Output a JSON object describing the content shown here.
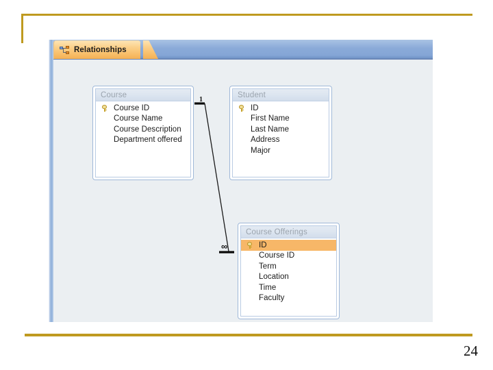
{
  "slide": {
    "page_number": "24",
    "accent_color": "#BF9A20"
  },
  "window": {
    "tab": {
      "label": "Relationships",
      "icon": "relationships-icon",
      "active_color": "#F8BD67",
      "strip_color": "#8AAAD8"
    },
    "canvas_color": "#EBEFF2"
  },
  "tables": [
    {
      "id": "course",
      "title": "Course",
      "fields": [
        {
          "name": "Course ID",
          "key": true,
          "selected": false
        },
        {
          "name": "Course Name",
          "key": false,
          "selected": false
        },
        {
          "name": "Course Description",
          "key": false,
          "selected": false
        },
        {
          "name": "Department offered",
          "key": false,
          "selected": false
        }
      ]
    },
    {
      "id": "student",
      "title": "Student",
      "fields": [
        {
          "name": "ID",
          "key": true,
          "selected": false
        },
        {
          "name": "First Name",
          "key": false,
          "selected": false
        },
        {
          "name": "Last Name",
          "key": false,
          "selected": false
        },
        {
          "name": "Address",
          "key": false,
          "selected": false
        },
        {
          "name": "Major",
          "key": false,
          "selected": false
        }
      ]
    },
    {
      "id": "offerings",
      "title": "Course Offerings",
      "fields": [
        {
          "name": "ID",
          "key": true,
          "selected": true
        },
        {
          "name": "Course ID",
          "key": false,
          "selected": false
        },
        {
          "name": "Term",
          "key": false,
          "selected": false
        },
        {
          "name": "Location",
          "key": false,
          "selected": false
        },
        {
          "name": "Time",
          "key": false,
          "selected": false
        },
        {
          "name": "Faculty",
          "key": false,
          "selected": false
        }
      ]
    }
  ],
  "relationships": [
    {
      "from_table": "course",
      "from_field": "Course ID",
      "to_table": "offerings",
      "to_field": "Course ID",
      "one_label": "1",
      "many_label": "∞",
      "selected_highlight": "#F7B768"
    }
  ]
}
